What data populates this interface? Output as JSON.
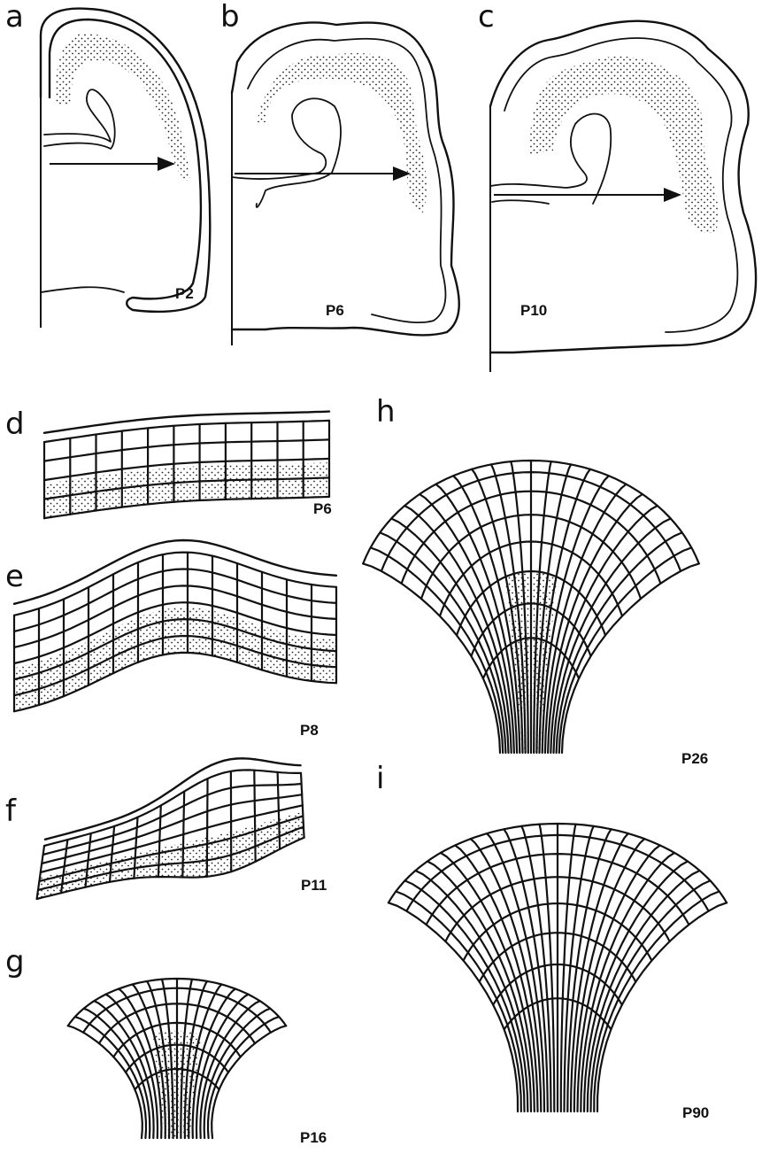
{
  "panels": [
    {
      "id": "a",
      "letter": "a",
      "age": "P2"
    },
    {
      "id": "b",
      "letter": "b",
      "age": "P6"
    },
    {
      "id": "c",
      "letter": "c",
      "age": "P10"
    },
    {
      "id": "d",
      "letter": "d",
      "age": "P6"
    },
    {
      "id": "e",
      "letter": "e",
      "age": "P8"
    },
    {
      "id": "f",
      "letter": "f",
      "age": "P11"
    },
    {
      "id": "g",
      "letter": "g",
      "age": "P16"
    },
    {
      "id": "h",
      "letter": "h",
      "age": "P26"
    },
    {
      "id": "i",
      "letter": "i",
      "age": "P90"
    }
  ],
  "style": {
    "ink": "#111111",
    "background": "#ffffff"
  }
}
